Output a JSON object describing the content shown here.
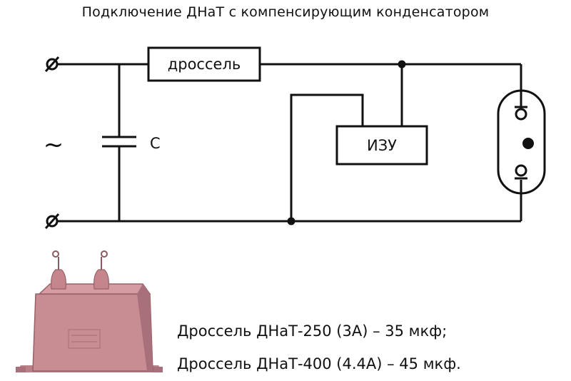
{
  "title": "Подключение ДНаТ с компенсирующим конденсатором",
  "components": {
    "choke_label": "дроссель",
    "igniter_label": "ИЗУ",
    "capacitor_label": "С",
    "ac_symbol": "~",
    "terminal_symbol": "⌀"
  },
  "notes": [
    "Дроссель ДНаТ-250 (3А) – 35 мкф;",
    "Дроссель ДНаТ-400 (4.4А) – 45 мкф."
  ],
  "colors": {
    "line": "#111111",
    "capacitor_body": "#c88c93",
    "capacitor_shadow": "#9a6068",
    "capacitor_pin": "#b07078"
  }
}
